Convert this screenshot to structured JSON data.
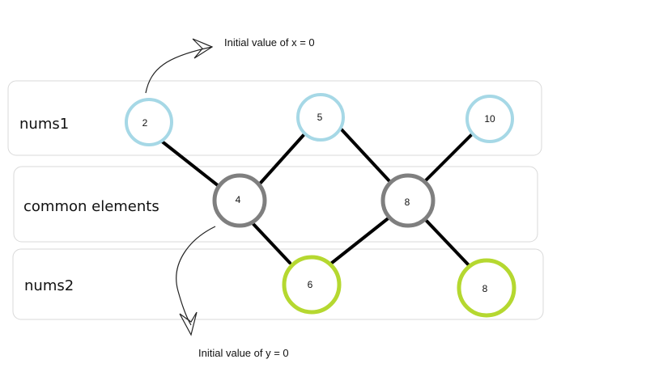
{
  "rows": {
    "nums1": {
      "label": "nums1"
    },
    "common": {
      "label": "common elements"
    },
    "nums2": {
      "label": "nums2"
    }
  },
  "nodes": {
    "n1_2": {
      "value": "2"
    },
    "n1_5": {
      "value": "5"
    },
    "n1_10": {
      "value": "10"
    },
    "c_4": {
      "value": "4"
    },
    "c_8": {
      "value": "8"
    },
    "n2_6": {
      "value": "6"
    },
    "n2_8": {
      "value": "8"
    }
  },
  "annotations": {
    "x_init": "Initial value of x = 0",
    "y_init": "Initial value of y = 0"
  },
  "colors": {
    "nums1_node": "#a6d8e6",
    "common_node": "#7f7f7f",
    "nums2_node": "#b5d830",
    "edge": "#000000",
    "row_border": "#d9d9d9"
  }
}
